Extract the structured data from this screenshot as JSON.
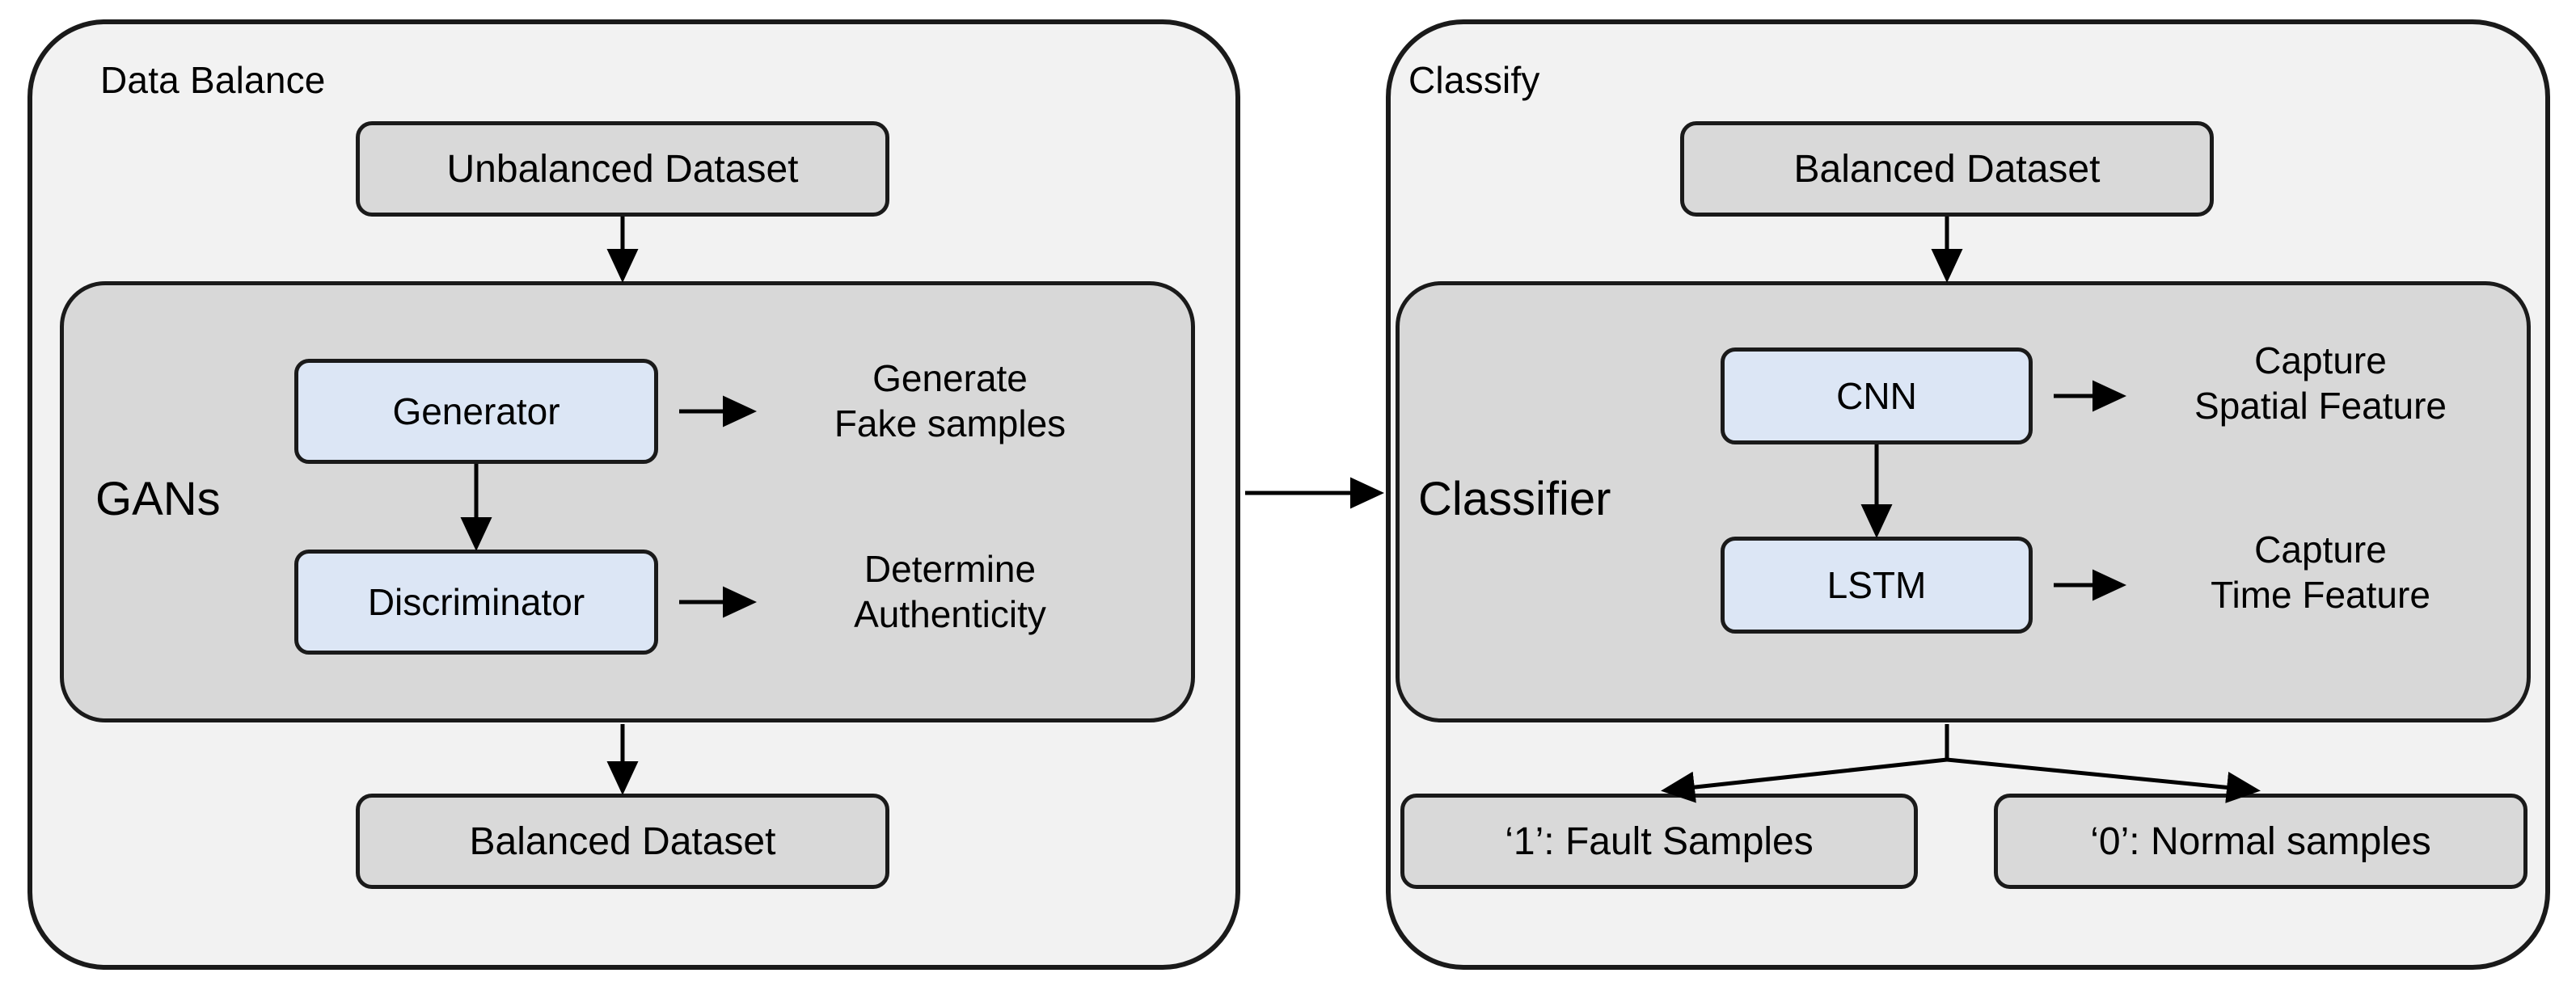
{
  "diagram": {
    "title_hidden": "",
    "colors": {
      "panel_fill": "#f2f2f2",
      "inner_fill": "#d8d8d8",
      "gray_box_fill": "#d9d9d9",
      "blue_box_fill": "#dce6f5",
      "stroke": "#1a1a1a"
    },
    "panels": [
      {
        "id": "data-balance",
        "title": "Data Balance",
        "inner": {
          "id": "gans",
          "title": "GANs"
        }
      },
      {
        "id": "classify",
        "title": "Classify",
        "inner": {
          "id": "classifier",
          "title": "Classifier"
        }
      }
    ],
    "left": {
      "input_box": "Unbalanced Dataset",
      "output_box": "Balanced Dataset",
      "components": [
        {
          "id": "generator",
          "label": "Generator",
          "note": "Generate\nFake samples"
        },
        {
          "id": "discriminator",
          "label": "Discriminator",
          "note": "Determine\nAuthenticity"
        }
      ]
    },
    "right": {
      "input_box": "Balanced Dataset",
      "components": [
        {
          "id": "cnn",
          "label": "CNN",
          "note": "Capture\nSpatial Feature"
        },
        {
          "id": "lstm",
          "label": "LSTM",
          "note": "Capture\nTime Feature"
        }
      ],
      "outputs": [
        {
          "id": "fault",
          "label": "‘1’: Fault Samples"
        },
        {
          "id": "normal",
          "label": "‘0’: Normal samples"
        }
      ]
    }
  }
}
